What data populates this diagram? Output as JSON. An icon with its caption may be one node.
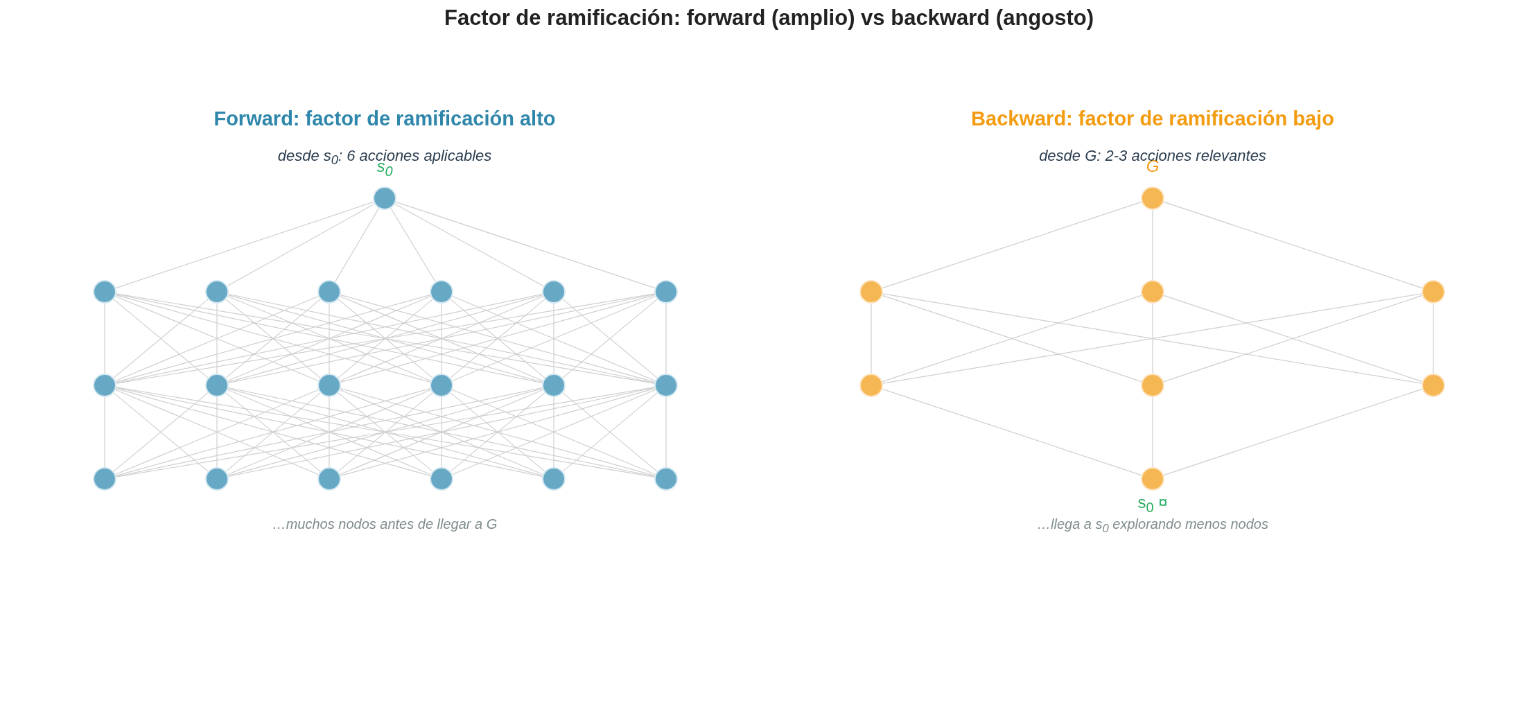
{
  "diagram": {
    "title": "Factor de ramificación: forward (amplio) vs backward (angosto)",
    "nodes": [
      {
        "text": [],
        "shape": "circle",
        "beside": [
          "s$_{0}$"
        ]
      },
      {
        "text": [],
        "shape": "circle"
      },
      {
        "text": [],
        "shape": "circle"
      },
      {
        "text": [],
        "shape": "circle"
      },
      {
        "text": [],
        "shape": "circle"
      },
      {
        "text": [],
        "shape": "circle"
      },
      {
        "text": [],
        "shape": "circle"
      },
      {
        "text": [],
        "shape": "circle"
      },
      {
        "text": [],
        "shape": "circle"
      },
      {
        "text": [],
        "shape": "circle"
      },
      {
        "text": [],
        "shape": "circle"
      },
      {
        "text": [],
        "shape": "circle"
      },
      {
        "text": [],
        "shape": "circle"
      },
      {
        "text": [],
        "shape": "circle"
      },
      {
        "text": [],
        "shape": "circle"
      },
      {
        "text": [],
        "shape": "circle"
      },
      {
        "text": [],
        "shape": "circle"
      },
      {
        "text": [],
        "shape": "circle"
      },
      {
        "text": [],
        "shape": "circle"
      },
      {
        "text": [],
        "shape": "circle",
        "beside": [
          "G"
        ]
      },
      {
        "text": [],
        "shape": "circle"
      },
      {
        "text": [],
        "shape": "circle"
      },
      {
        "text": [],
        "shape": "circle"
      },
      {
        "text": [],
        "shape": "circle"
      },
      {
        "text": [],
        "shape": "circle"
      },
      {
        "text": [],
        "shape": "circle"
      },
      {
        "text": [],
        "shape": "circle",
        "beside": [
          "s$_{0}$ ¤"
        ]
      }
    ],
    "edges": [
      {
        "from": 0,
        "to": 1,
        "arrow": "none"
      },
      {
        "from": 0,
        "to": 2,
        "arrow": "none"
      },
      {
        "from": 0,
        "to": 3,
        "arrow": "none"
      },
      {
        "from": 0,
        "to": 4,
        "arrow": "none"
      },
      {
        "from": 0,
        "to": 5,
        "arrow": "none"
      },
      {
        "from": 0,
        "to": 6,
        "arrow": "none"
      },
      {
        "from": 1,
        "to": 7,
        "arrow": "none"
      },
      {
        "from": 1,
        "to": 8,
        "arrow": "none"
      },
      {
        "from": 1,
        "to": 9,
        "arrow": "none"
      },
      {
        "from": 1,
        "to": 10,
        "arrow": "none"
      },
      {
        "from": 1,
        "to": 11,
        "arrow": "none"
      },
      {
        "from": 1,
        "to": 12,
        "arrow": "none"
      },
      {
        "from": 2,
        "to": 7,
        "arrow": "none"
      },
      {
        "from": 2,
        "to": 8,
        "arrow": "none"
      },
      {
        "from": 2,
        "to": 9,
        "arrow": "none"
      },
      {
        "from": 2,
        "to": 10,
        "arrow": "none"
      },
      {
        "from": 2,
        "to": 11,
        "arrow": "none"
      },
      {
        "from": 2,
        "to": 12,
        "arrow": "none"
      },
      {
        "from": 3,
        "to": 7,
        "arrow": "none"
      },
      {
        "from": 3,
        "to": 8,
        "arrow": "none"
      },
      {
        "from": 3,
        "to": 9,
        "arrow": "none"
      },
      {
        "from": 3,
        "to": 10,
        "arrow": "none"
      },
      {
        "from": 3,
        "to": 11,
        "arrow": "none"
      },
      {
        "from": 3,
        "to": 12,
        "arrow": "none"
      },
      {
        "from": 4,
        "to": 7,
        "arrow": "none"
      },
      {
        "from": 4,
        "to": 8,
        "arrow": "none"
      },
      {
        "from": 4,
        "to": 9,
        "arrow": "none"
      },
      {
        "from": 4,
        "to": 10,
        "arrow": "none"
      },
      {
        "from": 4,
        "to": 11,
        "arrow": "none"
      },
      {
        "from": 4,
        "to": 12,
        "arrow": "none"
      },
      {
        "from": 5,
        "to": 7,
        "arrow": "none"
      },
      {
        "from": 5,
        "to": 8,
        "arrow": "none"
      },
      {
        "from": 5,
        "to": 9,
        "arrow": "none"
      },
      {
        "from": 5,
        "to": 10,
        "arrow": "none"
      },
      {
        "from": 5,
        "to": 11,
        "arrow": "none"
      },
      {
        "from": 5,
        "to": 12,
        "arrow": "none"
      },
      {
        "from": 6,
        "to": 7,
        "arrow": "none"
      },
      {
        "from": 6,
        "to": 8,
        "arrow": "none"
      },
      {
        "from": 6,
        "to": 9,
        "arrow": "none"
      },
      {
        "from": 6,
        "to": 10,
        "arrow": "none"
      },
      {
        "from": 6,
        "to": 11,
        "arrow": "none"
      },
      {
        "from": 6,
        "to": 12,
        "arrow": "none"
      },
      {
        "from": 7,
        "to": 13,
        "arrow": "none"
      },
      {
        "from": 7,
        "to": 14,
        "arrow": "none"
      },
      {
        "from": 7,
        "to": 15,
        "arrow": "none"
      },
      {
        "from": 7,
        "to": 16,
        "arrow": "none"
      },
      {
        "from": 7,
        "to": 17,
        "arrow": "none"
      },
      {
        "from": 7,
        "to": 18,
        "arrow": "none"
      },
      {
        "from": 8,
        "to": 13,
        "arrow": "none"
      },
      {
        "from": 8,
        "to": 14,
        "arrow": "none"
      },
      {
        "from": 8,
        "to": 15,
        "arrow": "none"
      },
      {
        "from": 8,
        "to": 16,
        "arrow": "none"
      },
      {
        "from": 8,
        "to": 17,
        "arrow": "none"
      },
      {
        "from": 8,
        "to": 18,
        "arrow": "none"
      },
      {
        "from": 9,
        "to": 13,
        "arrow": "none"
      },
      {
        "from": 9,
        "to": 14,
        "arrow": "none"
      },
      {
        "from": 9,
        "to": 15,
        "arrow": "none"
      },
      {
        "from": 9,
        "to": 16,
        "arrow": "none"
      },
      {
        "from": 9,
        "to": 17,
        "arrow": "none"
      },
      {
        "from": 9,
        "to": 18,
        "arrow": "none"
      },
      {
        "from": 10,
        "to": 13,
        "arrow": "none"
      },
      {
        "from": 10,
        "to": 14,
        "arrow": "none"
      },
      {
        "from": 10,
        "to": 15,
        "arrow": "none"
      },
      {
        "from": 10,
        "to": 16,
        "arrow": "none"
      },
      {
        "from": 10,
        "to": 17,
        "arrow": "none"
      },
      {
        "from": 10,
        "to": 18,
        "arrow": "none"
      },
      {
        "from": 11,
        "to": 13,
        "arrow": "none"
      },
      {
        "from": 11,
        "to": 14,
        "arrow": "none"
      },
      {
        "from": 11,
        "to": 15,
        "arrow": "none"
      },
      {
        "from": 11,
        "to": 16,
        "arrow": "none"
      },
      {
        "from": 11,
        "to": 17,
        "arrow": "none"
      },
      {
        "from": 11,
        "to": 18,
        "arrow": "none"
      },
      {
        "from": 12,
        "to": 13,
        "arrow": "none"
      },
      {
        "from": 12,
        "to": 14,
        "arrow": "none"
      },
      {
        "from": 12,
        "to": 15,
        "arrow": "none"
      },
      {
        "from": 12,
        "to": 16,
        "arrow": "none"
      },
      {
        "from": 12,
        "to": 17,
        "arrow": "none"
      },
      {
        "from": 12,
        "to": 18,
        "arrow": "none"
      },
      {
        "from": 19,
        "to": 20,
        "arrow": "none"
      },
      {
        "from": 19,
        "to": 21,
        "arrow": "none"
      },
      {
        "from": 19,
        "to": 22,
        "arrow": "none"
      },
      {
        "from": 20,
        "to": 23,
        "arrow": "none"
      },
      {
        "from": 20,
        "to": 24,
        "arrow": "none"
      },
      {
        "from": 20,
        "to": 25,
        "arrow": "none"
      },
      {
        "from": 21,
        "to": 23,
        "arrow": "none"
      },
      {
        "from": 21,
        "to": 24,
        "arrow": "none"
      },
      {
        "from": 21,
        "to": 25,
        "arrow": "none"
      },
      {
        "from": 22,
        "to": 23,
        "arrow": "none"
      },
      {
        "from": 22,
        "to": 24,
        "arrow": "none"
      },
      {
        "from": 22,
        "to": 25,
        "arrow": "none"
      },
      {
        "from": 23,
        "to": 26,
        "arrow": "none"
      },
      {
        "from": 24,
        "to": 26,
        "arrow": "none"
      },
      {
        "from": 25,
        "to": 26,
        "arrow": "none"
      }
    ],
    "labels": [
      "Forward: factor de ramificación alto",
      "desde s$_{0}$: 6 acciones aplicables",
      "…muchos nodos antes de llegar a G",
      "Backward: factor de ramificación bajo",
      "desde G: 2-3 acciones relevantes",
      "…llega a s$_{0}$ explorando menos nodos"
    ]
  }
}
